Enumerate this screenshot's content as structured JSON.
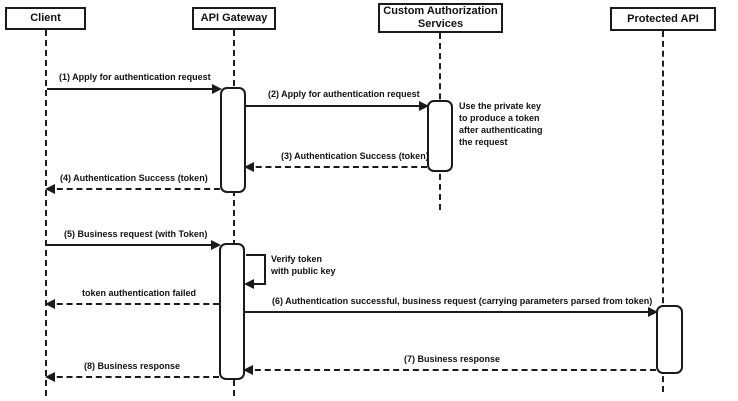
{
  "diagram": {
    "type": "sequence-diagram",
    "actors": [
      {
        "id": "client",
        "label": "Client"
      },
      {
        "id": "api-gateway",
        "label": "API Gateway"
      },
      {
        "id": "custom-auth",
        "label": "Custom Authorization Services"
      },
      {
        "id": "protected-api",
        "label": "Protected API"
      }
    ],
    "messages": [
      {
        "label": "(1) Apply for authentication request",
        "from": "client",
        "to": "api-gateway",
        "style": "solid"
      },
      {
        "label": "(2) Apply for authentication request",
        "from": "api-gateway",
        "to": "custom-auth",
        "style": "solid"
      },
      {
        "label": "(3) Authentication Success (token)",
        "from": "custom-auth",
        "to": "api-gateway",
        "style": "dashed"
      },
      {
        "label": "(4) Authentication Success (token)",
        "from": "api-gateway",
        "to": "client",
        "style": "dashed"
      },
      {
        "label": "(5) Business request (with Token)",
        "from": "client",
        "to": "api-gateway",
        "style": "solid"
      },
      {
        "label": "token authentication failed",
        "from": "api-gateway",
        "to": "client",
        "style": "dashed"
      },
      {
        "label": "(6) Authentication successful, business request (carrying parameters parsed from token)",
        "from": "api-gateway",
        "to": "protected-api",
        "style": "solid"
      },
      {
        "label": "(7) Business response",
        "from": "protected-api",
        "to": "api-gateway",
        "style": "dashed"
      },
      {
        "label": "(8) Business response",
        "from": "api-gateway",
        "to": "client",
        "style": "dashed"
      }
    ],
    "self_message": {
      "line1": "Verify token",
      "line2": "with public key"
    },
    "note": {
      "text": "Use the private key to produce a token after authenticating the request"
    },
    "colors": {
      "line": "#1a1a1a",
      "background": "#ffffff"
    }
  }
}
